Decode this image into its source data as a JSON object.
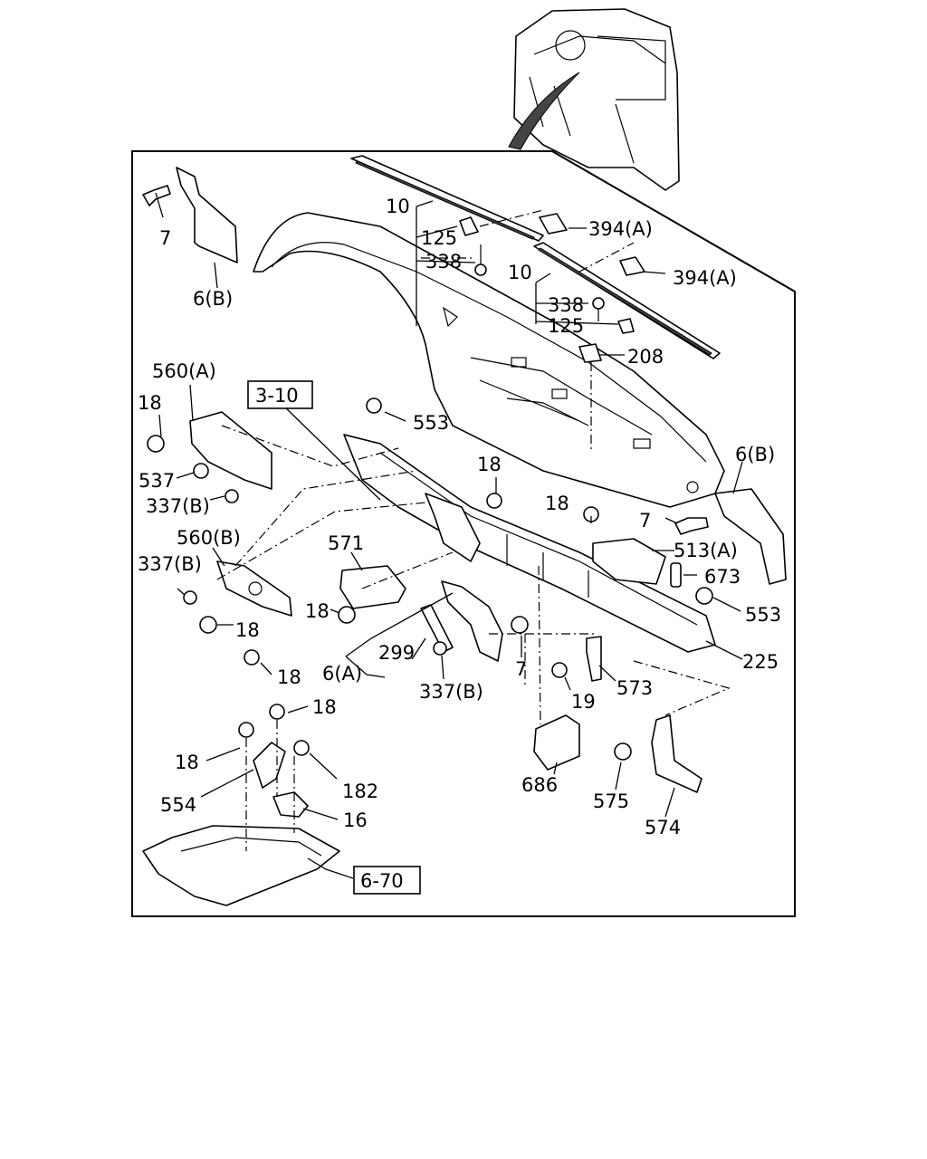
{
  "callouts": {
    "c1": "7",
    "c2": "6(B)",
    "c3": "10",
    "c4": "125",
    "c5": "338",
    "c6": "394(A)",
    "c7": "10",
    "c8": "394(A)",
    "c9": "338",
    "c10": "125",
    "c11": "208",
    "c12": "560(A)",
    "c13": "18",
    "c14": "553",
    "c15": "537",
    "c16": "337(B)",
    "c17": "18",
    "c18": "6(B)",
    "c19": "18",
    "c20": "7",
    "c21": "560(B)",
    "c22": "571",
    "c23": "513(A)",
    "c24": "337(B)",
    "c25": "673",
    "c26": "18",
    "c27": "553",
    "c28": "18",
    "c29": "299",
    "c30": "225",
    "c31": "18",
    "c32": "6(A)",
    "c33": "7",
    "c34": "337(B)",
    "c35": "19",
    "c36": "573",
    "c37": "18",
    "c38": "18",
    "c39": "182",
    "c40": "686",
    "c41": "554",
    "c42": "575",
    "c43": "16",
    "c44": "574"
  },
  "refs": {
    "r1": "3-10",
    "r2": "6-70"
  }
}
